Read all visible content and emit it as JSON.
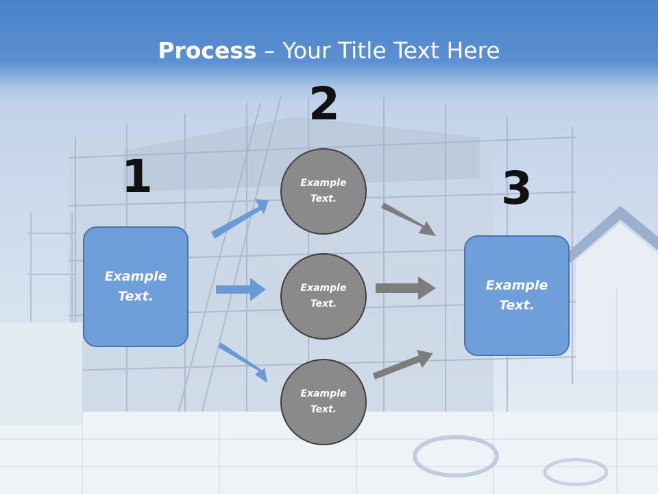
{
  "title": {
    "bold": "Process",
    "rest": " – Your Title Text Here"
  },
  "steps": [
    {
      "number": "1"
    },
    {
      "number": "2"
    },
    {
      "number": "3"
    }
  ],
  "left_box": {
    "line1": "Example",
    "line2": "Text."
  },
  "circles": [
    {
      "line1": "Example",
      "line2": "Text."
    },
    {
      "line1": "Example",
      "line2": "Text."
    },
    {
      "line1": "Example",
      "line2": "Text."
    }
  ],
  "right_box": {
    "line1": "Example",
    "line2": "Text."
  },
  "colors": {
    "title_band": "#4a82c8",
    "box_fill": "#6f9fdb",
    "box_border": "#4a72a8",
    "circle_fill": "#8a8a8a",
    "circle_border": "#3e3e3e",
    "blue_arrow": "#6a9ad6",
    "gray_arrow": "#7d7d7d"
  }
}
